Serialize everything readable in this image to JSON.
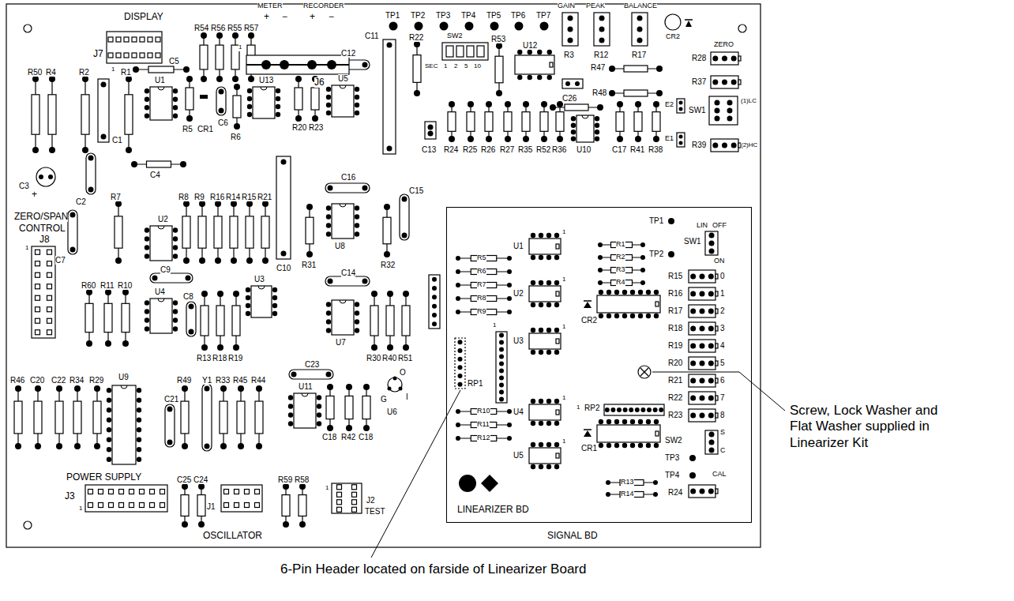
{
  "diagram": {
    "nodes": [
      {
        "text": [
          "LINEARIZER BD"
        ]
      }
    ],
    "labels": [
      "DISPLAY",
      "J7",
      "1",
      "R54",
      "R56",
      "R55",
      "R57",
      "METER",
      "RECORDER",
      "+",
      "−",
      "+",
      "−",
      "1",
      "J6",
      "TP1",
      "TP2",
      "TP3",
      "TP4",
      "TP5",
      "TP6",
      "TP7",
      "GAIN",
      "PEAK",
      "BALANCE",
      "R3",
      "R12",
      "R17",
      "CR2",
      "R28",
      "ZERO",
      "R37",
      "SW1",
      "(1)LC",
      "R39",
      "(2)HC",
      "E2",
      "E1",
      "SW2",
      "SEC",
      "1",
      "2",
      "5",
      "10",
      "R22",
      "C11",
      "R53",
      "U12",
      "R47",
      "R48",
      "C26",
      "C13",
      "R24",
      "R25",
      "R26",
      "R27",
      "R35",
      "R52",
      "R36",
      "U10",
      "C17",
      "R41",
      "R38",
      "R50",
      "R4",
      "R2",
      "R1",
      "C5",
      "U1",
      "R5",
      "CR1",
      "C6",
      "R6",
      "U13",
      "R20",
      "R23",
      "C12",
      "U5",
      "C1",
      "C4",
      "C3",
      "+",
      "C2",
      "ZERO/SPAN",
      "CONTROL",
      "J8",
      "1",
      "R7",
      "U2",
      "R8",
      "R9",
      "R16",
      "R14",
      "R15",
      "R21",
      "C10",
      "C16",
      "U8",
      "C15",
      "R31",
      "R32",
      "C7",
      "C9",
      "C8",
      "R60",
      "R11",
      "R10",
      "U4",
      "R13",
      "R18",
      "R19",
      "U3",
      "C14",
      "U7",
      "R30",
      "R40",
      "R51",
      "R46",
      "C20",
      "C22",
      "R34",
      "R29",
      "U9",
      "C21",
      "R49",
      "Y1",
      "R33",
      "R45",
      "R44",
      "C23",
      "U11",
      "O",
      "G",
      "I",
      "U6",
      "C18",
      "R42",
      "C18",
      "POWER SUPPLY",
      "J3",
      "1",
      "C25",
      "C24",
      "J1",
      "R59",
      "R58",
      "1",
      "J2",
      "TEST",
      "OSCILLATOR",
      "SIGNAL BD",
      "1",
      "U1",
      "TP1",
      "TP2",
      "LIN",
      "OFF",
      "SW1",
      "ON",
      "R1",
      "R2",
      "R3",
      "R4",
      "R5",
      "R6",
      "R7",
      "R8",
      "R9",
      "1",
      "U2",
      "CR2",
      "R15",
      "0",
      "R16",
      "1",
      "R17",
      "2",
      "R18",
      "3",
      "R19",
      "4",
      "R20",
      "5",
      "R21",
      "6",
      "R22",
      "7",
      "R23",
      "8",
      "1",
      "U3",
      "1",
      "RP1",
      "1",
      "RP2",
      "1",
      "U4",
      "CR1",
      "1",
      "U5",
      "R10",
      "R11",
      "R12",
      "SW2",
      "S",
      "C",
      "TP3",
      "TP4",
      "CAL",
      "R24",
      "R13",
      "R14",
      "Screw, Lock Washer and Flat Washer supplied in Linearizer Kit",
      "6-Pin Header located on farside of Linearizer Board"
    ]
  }
}
